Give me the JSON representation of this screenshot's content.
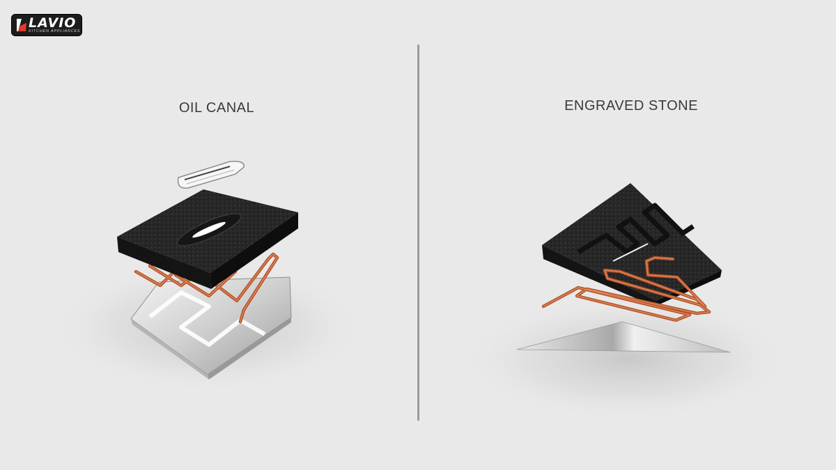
{
  "brand": {
    "name": "LAVIO",
    "tagline": "KITCHEN APPLIANCES"
  },
  "panels": [
    {
      "title": "OIL CANAL",
      "illustration": "exploded-view-grill-stone-oil-canal"
    },
    {
      "title": "ENGRAVED STONE",
      "illustration": "exploded-view-grill-stone-engraved"
    }
  ],
  "colors": {
    "background": "#e9e9e9",
    "divider": "#9a9a9a",
    "stone": "#242424",
    "copper": "#b4552a",
    "steel": "#c9c9c9",
    "brand_red": "#e23a2a"
  }
}
